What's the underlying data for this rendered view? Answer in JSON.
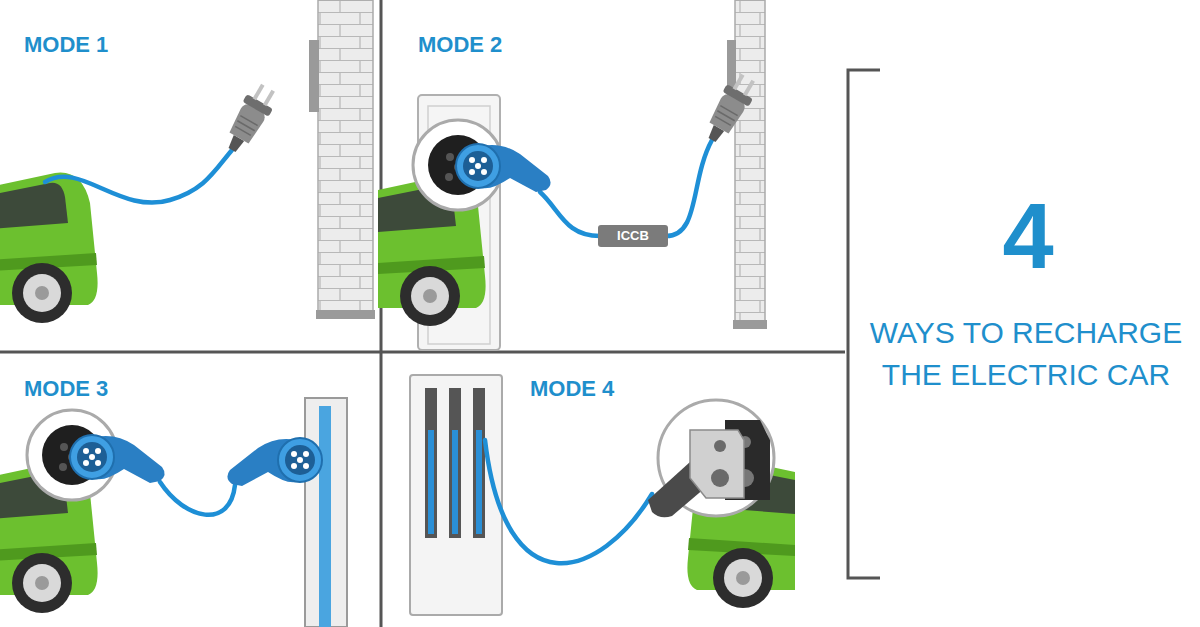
{
  "diagram": {
    "nodes": [
      {
        "text": [
          "ICCB"
        ]
      }
    ],
    "labels": [
      "MODE 1",
      "MODE 2",
      "MODE 3",
      "MODE 4",
      "4",
      "WAYS TO RECHARGE THE ELECTRIC CAR"
    ]
  }
}
